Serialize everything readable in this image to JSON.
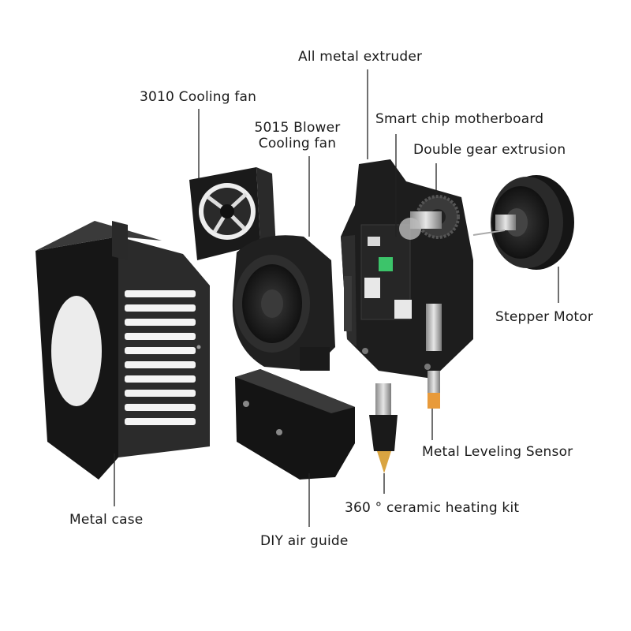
{
  "labels": {
    "all_metal_extruder": "All metal extruder",
    "cooling_fan_3010": "3010 Cooling fan",
    "blower_line1": "5015 Blower",
    "blower_line2": "Cooling fan",
    "smart_chip": "Smart chip motherboard",
    "double_gear": "Double gear extrusion",
    "stepper_motor": "Stepper Motor",
    "leveling_sensor": "Metal Leveling Sensor",
    "heating_kit": "360 ° ceramic heating kit",
    "metal_case": "Metal case",
    "air_guide": "DIY air guide"
  },
  "colors": {
    "part_dark": "#1c1c1c",
    "part_mid": "#2e2e2e",
    "part_light": "#4a4a4a",
    "brass": "#d9a441",
    "pcb_green": "#3cc46a",
    "connector_white": "#e8e8e8",
    "steel": "#bfbfbf"
  }
}
